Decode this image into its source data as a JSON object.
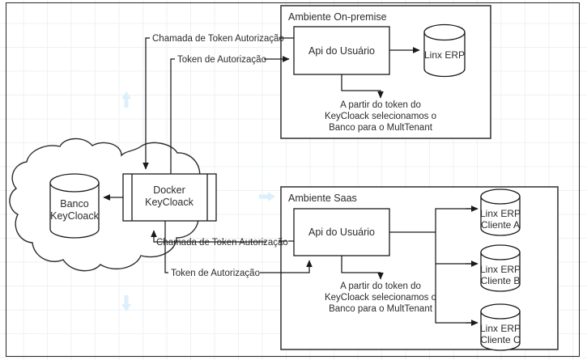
{
  "diagram": {
    "title_visible": false,
    "background": {
      "grid": true,
      "grid_color": "#eef1f3",
      "page_border_color": "#262626"
    },
    "containers": [
      {
        "id": "onpremise",
        "label": "Ambiente On-premise"
      },
      {
        "id": "saas",
        "label": "Ambiente Saas"
      }
    ],
    "cloud": {
      "nodes": [
        {
          "id": "banco-keycloack",
          "label_line1": "Banco",
          "label_line2": "KeyCloack",
          "shape": "cylinder"
        },
        {
          "id": "docker-keycloack",
          "label_line1": "Docker",
          "label_line2": "KeyCloack",
          "shape": "node-component"
        }
      ]
    },
    "onpremise": {
      "api": {
        "label": "Api do Usuário"
      },
      "database": {
        "label": "Linx ERP"
      },
      "note": {
        "line1": "A partir do token do",
        "line2": "KeyCloack selecionamos o",
        "line3": "Banco para o MultTenant"
      }
    },
    "saas": {
      "api": {
        "label": "Api do Usuário"
      },
      "databases": [
        {
          "line1": "Linx ERP",
          "line2": "Cliente A"
        },
        {
          "line1": "Linx ERP",
          "line2": "Cliente B"
        },
        {
          "line1": "Linx ERP",
          "line2": "Cliente C"
        }
      ],
      "note": {
        "line1": "A partir do token do",
        "line2": "KeyCloack selecionamos o",
        "line3": "Banco para o MultTenant"
      }
    },
    "edge_labels": {
      "top_call": "Chamada de Token Autorização",
      "top_token": "Token de Autorização",
      "bottom_call": "Chamada de Token Autorização",
      "bottom_token": "Token de Autorização"
    },
    "markers": [
      {
        "id": "blue-arrow-up",
        "direction": "up",
        "color": "#ddeffb"
      },
      {
        "id": "blue-arrow-down",
        "direction": "down",
        "color": "#ddeffb"
      },
      {
        "id": "blue-arrow-right",
        "direction": "right",
        "color": "#ddeffb"
      }
    ]
  }
}
